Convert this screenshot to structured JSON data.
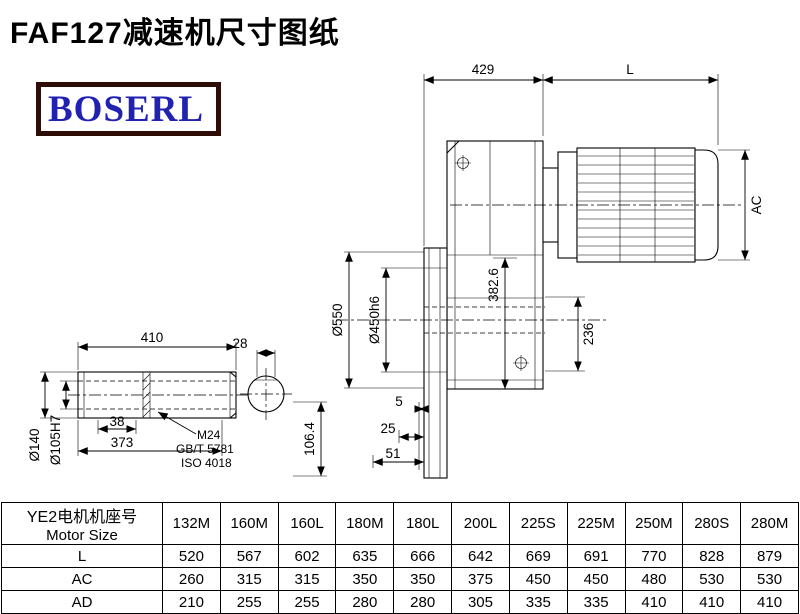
{
  "page": {
    "title": "FAF127减速机尺寸图纸",
    "logo_text": "BOSERL"
  },
  "drawing": {
    "dims": {
      "width_429": "429",
      "motor_length": "L",
      "motor_height": "AC",
      "flange_dia": "Ø550",
      "spigot_dia": "Ø450h6",
      "height_382_6": "382.6",
      "height_236": "236",
      "offset_5": "5",
      "offset_25": "25",
      "offset_51": "51",
      "height_106_4": "106.4",
      "shaft_length_410": "410",
      "keyway_28": "28",
      "dim_38": "38",
      "dim_373": "373",
      "shaft_dia_140": "Ø140",
      "bore_dia_105": "Ø105H7"
    },
    "callout": {
      "line1": "M24",
      "line2": "GB/T 5781",
      "line3": "ISO 4018"
    }
  },
  "table": {
    "row_header_line1": "YE2电机机座号",
    "row_header_line2": "Motor Size",
    "columns": [
      "132M",
      "160M",
      "160L",
      "180M",
      "180L",
      "200L",
      "225S",
      "225M",
      "250M",
      "280S",
      "280M"
    ],
    "rows": [
      {
        "label": "L",
        "values": [
          "520",
          "567",
          "602",
          "635",
          "666",
          "642",
          "669",
          "691",
          "770",
          "828",
          "879"
        ]
      },
      {
        "label": "AC",
        "values": [
          "260",
          "315",
          "315",
          "350",
          "350",
          "375",
          "450",
          "450",
          "480",
          "530",
          "530"
        ]
      },
      {
        "label": "AD",
        "values": [
          "210",
          "255",
          "255",
          "280",
          "280",
          "305",
          "335",
          "335",
          "410",
          "410",
          "410"
        ]
      }
    ]
  }
}
